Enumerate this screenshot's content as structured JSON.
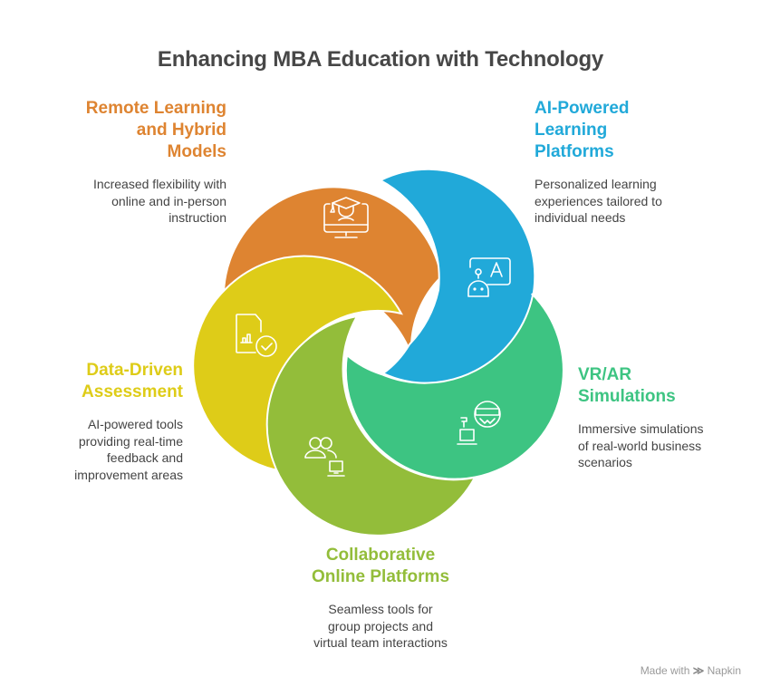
{
  "title": "Enhancing MBA Education with Technology",
  "items": [
    {
      "key": "remote",
      "heading": [
        "Remote Learning",
        "and Hybrid",
        "Models"
      ],
      "description": [
        "Increased flexibility with",
        "online and in-person",
        "instruction"
      ],
      "color": "#DE8431",
      "icon": "graduate-monitor-icon"
    },
    {
      "key": "ai",
      "heading": [
        "AI-Powered",
        "Learning",
        "Platforms"
      ],
      "description": [
        "Personalized learning",
        "experiences tailored to",
        "individual needs"
      ],
      "color": "#21A9D9",
      "icon": "robot-tutor-icon"
    },
    {
      "key": "vr",
      "heading": [
        "VR/AR",
        "Simulations"
      ],
      "description": [
        "Immersive simulations",
        "of real-world business",
        "scenarios"
      ],
      "color": "#3DC482",
      "icon": "vr-headset-laptop-icon"
    },
    {
      "key": "collab",
      "heading": [
        "Collaborative",
        "Online Platforms"
      ],
      "description": [
        "Seamless tools for",
        "group projects and",
        "virtual team interactions"
      ],
      "color": "#93BD3A",
      "icon": "users-laptop-icon"
    },
    {
      "key": "data",
      "heading": [
        "Data-Driven",
        "Assessment"
      ],
      "description": [
        "AI-powered tools",
        "providing real-time",
        "feedback and",
        "improvement areas"
      ],
      "color": "#DECC18",
      "icon": "report-check-icon"
    }
  ],
  "watermark": {
    "prefix": "Made with",
    "brand": "Napkin"
  }
}
